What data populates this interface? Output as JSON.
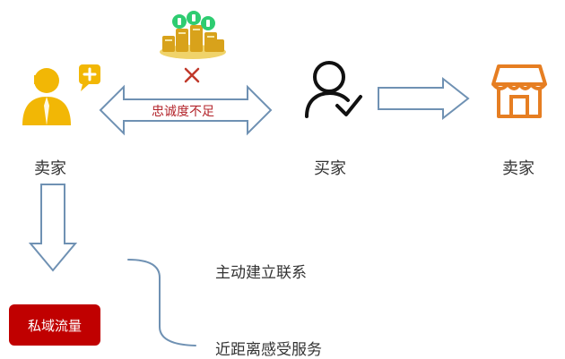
{
  "diagram": {
    "seller_left_label": "卖家",
    "buyer_label": "买家",
    "seller_right_label": "卖家",
    "arrow_text": "忠诚度不足",
    "private_traffic_label": "私域流量",
    "benefits": [
      "主动建立联系",
      "近距离感受服务"
    ]
  },
  "colors": {
    "seller_icon": "#f2b705",
    "buyer_icon": "#111111",
    "shop_icon": "#e67e22",
    "arrow_stroke": "#6f91b3",
    "private_box": "#c00000",
    "cross": "#c0392b",
    "coins": "#d8a21b"
  },
  "icons": {
    "seller_left": "person-speech-icon",
    "money": "coins-money-icon",
    "cross": "cross-icon",
    "buyer": "user-check-icon",
    "shop": "storefront-icon"
  }
}
